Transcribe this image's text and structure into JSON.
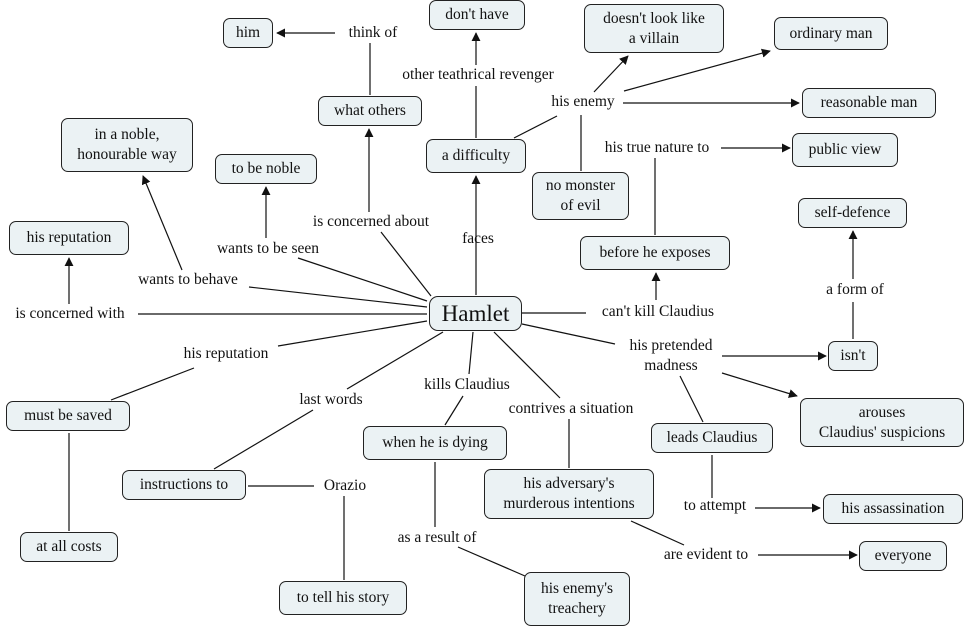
{
  "title": "Hamlet concept map",
  "colors": {
    "node_fill": "#ebf2f4",
    "node_border": "#222222",
    "line": "#111111"
  },
  "concepts": {
    "hamlet": "Hamlet",
    "him": "him",
    "dont_have": "don't have",
    "villain": "doesn't look like\na villain",
    "ordinary_man": "ordinary man",
    "reasonable_man": "reasonable man",
    "what_others": "what others",
    "noble_way": "in a noble,\nhonourable way",
    "to_be_noble": "to be noble",
    "a_difficulty": "a difficulty",
    "public_view": "public view",
    "no_monster": "no monster\nof evil",
    "self_defence": "self-defence",
    "his_reputation": "his reputation",
    "before_exposes": "before he exposes",
    "isnt": "isn't",
    "must_be_saved": "must be saved",
    "arouses": "arouses\nClaudius' suspicions",
    "when_dying": "when he is dying",
    "leads_claudius": "leads Claudius",
    "instructions_to": "instructions to",
    "adversary": "his adversary's\nmurderous intentions",
    "assassination": "his assassination",
    "at_all_costs": "at all costs",
    "everyone": "everyone",
    "tell_story": "to tell his story",
    "enemy_treachery": "his enemy's\ntreachery"
  },
  "links": {
    "think_of": "think of",
    "other_revenger": "other teathrical revenger",
    "his_enemy": "his enemy",
    "his_true_nature": "his true nature to",
    "is_concerned_about": "is concerned about",
    "wants_to_be_seen": "wants  to be seen",
    "faces": "faces",
    "wants_to_behave": "wants to behave",
    "is_concerned_with": "is concerned with",
    "cant_kill": "can't kill Claudius",
    "a_form_of": "a form of",
    "his_reputation_link": "his reputation",
    "his_pretended_madness": "his pretended\nmadness",
    "kills_claudius": "kills Claudius",
    "last_words": "last words",
    "contrives": "contrives a situation",
    "orazio": "Orazio",
    "to_attempt": "to attempt",
    "as_a_result_of": "as a result of",
    "are_evident_to": "are evident to"
  }
}
